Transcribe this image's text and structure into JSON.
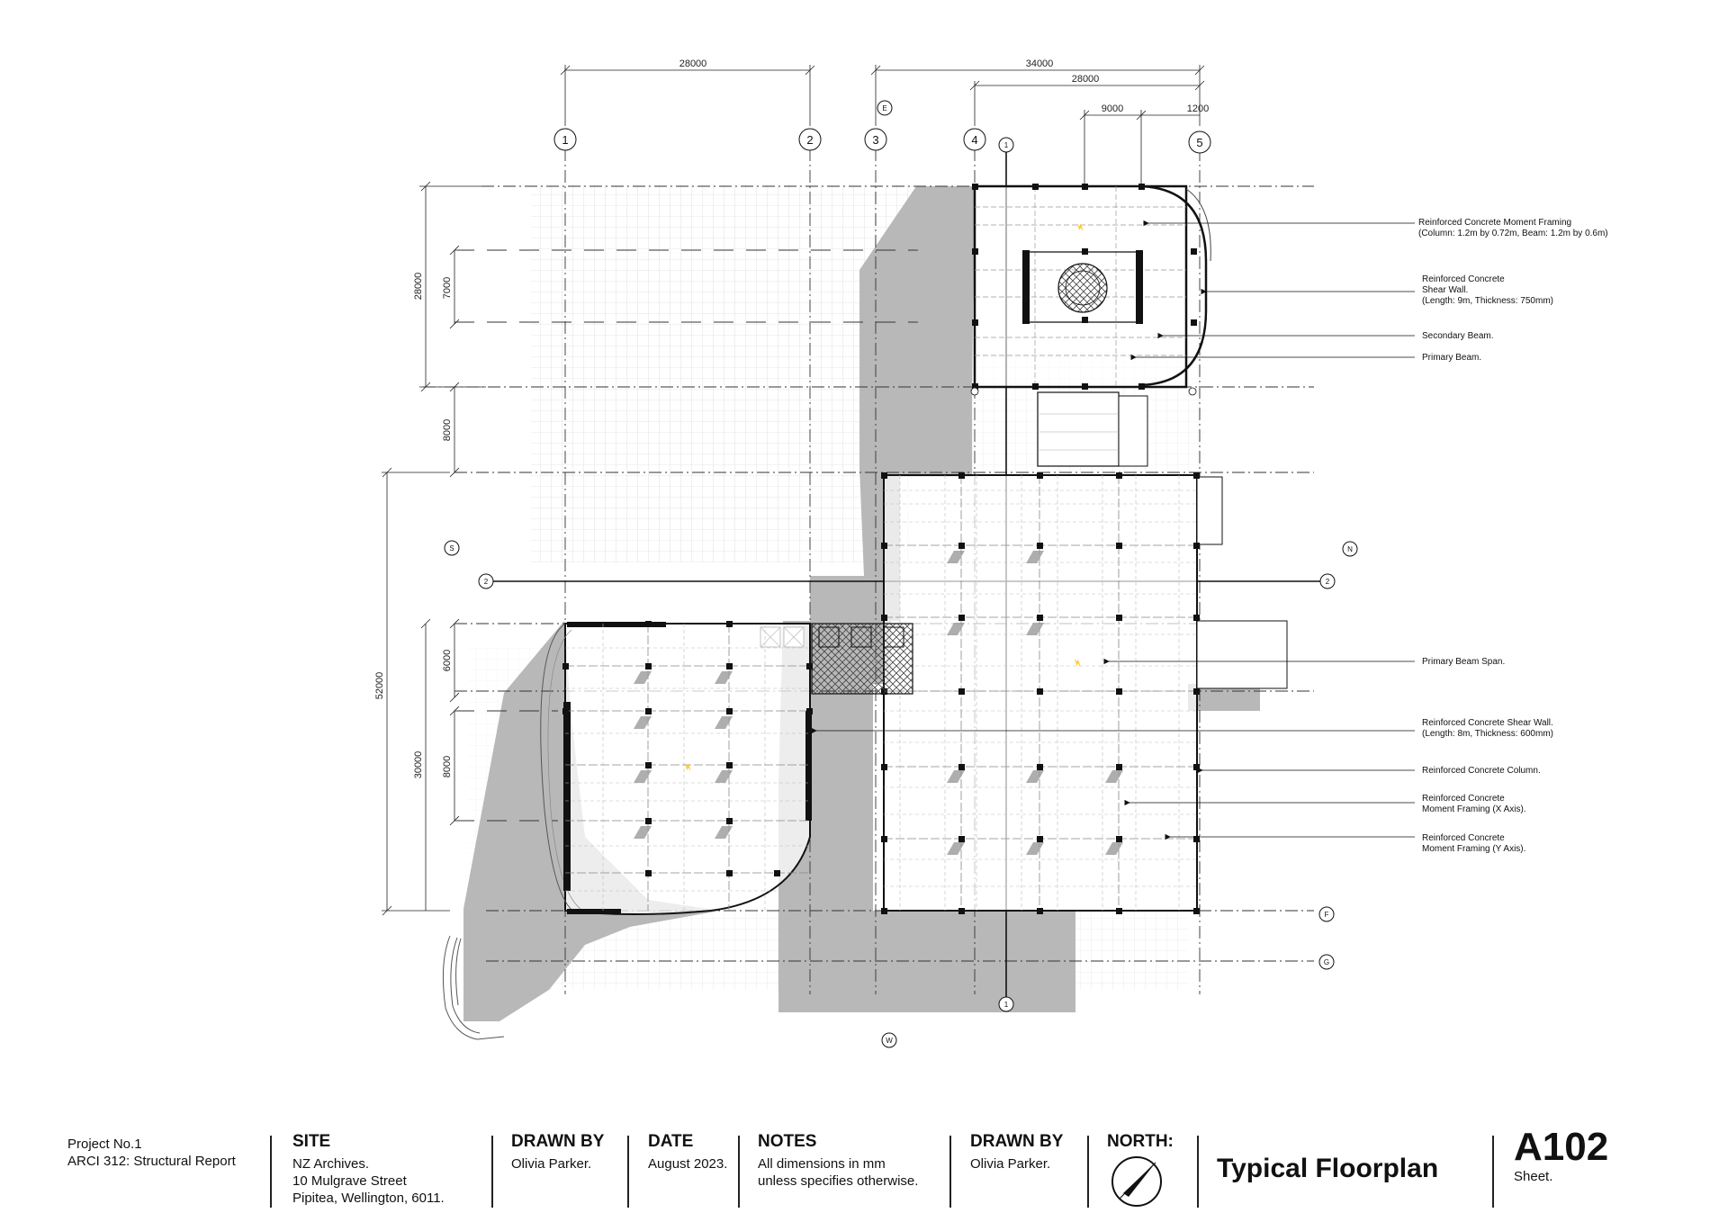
{
  "dimensions": {
    "top_left": "28000",
    "top_right_overall": "34000",
    "top_right_inner": "28000",
    "top_bay": "9000",
    "top_edge": "1200",
    "left_upper_total": "28000",
    "left_upper_bay": "7000",
    "left_link": "8000",
    "left_lower_total": "52000",
    "left_lower_bay_a": "6000",
    "left_lower_sub": "30000",
    "left_lower_bay_b": "8000"
  },
  "grid": {
    "columns": [
      "1",
      "2",
      "3",
      "4",
      "5"
    ],
    "rows": [
      "F",
      "G"
    ],
    "section_1": "1",
    "section_2": "2",
    "orientation": {
      "east": "E",
      "south": "S",
      "north": "N",
      "west": "W"
    }
  },
  "annotations": [
    {
      "lines": [
        "Reinforced Concrete Moment Framing",
        "(Column: 1.2m by 0.72m, Beam: 1.2m by 0.6m)"
      ]
    },
    {
      "lines": [
        "Reinforced Concrete",
        "Shear Wall.",
        "(Length: 9m, Thickness: 750mm)"
      ]
    },
    {
      "lines": [
        "Secondary Beam."
      ]
    },
    {
      "lines": [
        "Primary Beam."
      ]
    },
    {
      "lines": [
        "Primary Beam Span."
      ]
    },
    {
      "lines": [
        "Reinforced Concrete Shear Wall.",
        "(Length: 8m, Thickness: 600mm)"
      ]
    },
    {
      "lines": [
        "Reinforced Concrete Column."
      ]
    },
    {
      "lines": [
        "Reinforced Concrete",
        "Moment Framing (X Axis)."
      ]
    },
    {
      "lines": [
        "Reinforced Concrete",
        "Moment Framing (Y Axis)."
      ]
    }
  ],
  "title_block": {
    "project": "Project No.1",
    "course": "ARCI 312: Structural Report",
    "site_heading": "SITE",
    "site_line1": "NZ Archives.",
    "site_line2": "10 Mulgrave Street",
    "site_line3": "Pipitea, Wellington, 6011.",
    "drawn_by_heading": "DRAWN BY",
    "drawn_by": "Olivia Parker.",
    "date_heading": "DATE",
    "date": "August 2023.",
    "notes_heading": "NOTES",
    "notes_line1": "All dimensions in mm",
    "notes_line2": "unless specifies otherwise.",
    "drawn_by_heading_2": "DRAWN BY",
    "drawn_by_2": "Olivia Parker.",
    "north_heading": "NORTH:",
    "drawing_title": "Typical Floorplan",
    "sheet_number": "A102",
    "sheet_label": "Sheet."
  },
  "colors": {
    "line": "#111111",
    "grid_faint": "#c8c8c8",
    "shadow": "#b4b4b4",
    "hatch": "#555555"
  },
  "icons": {
    "north_arrow": "north-arrow-icon"
  }
}
